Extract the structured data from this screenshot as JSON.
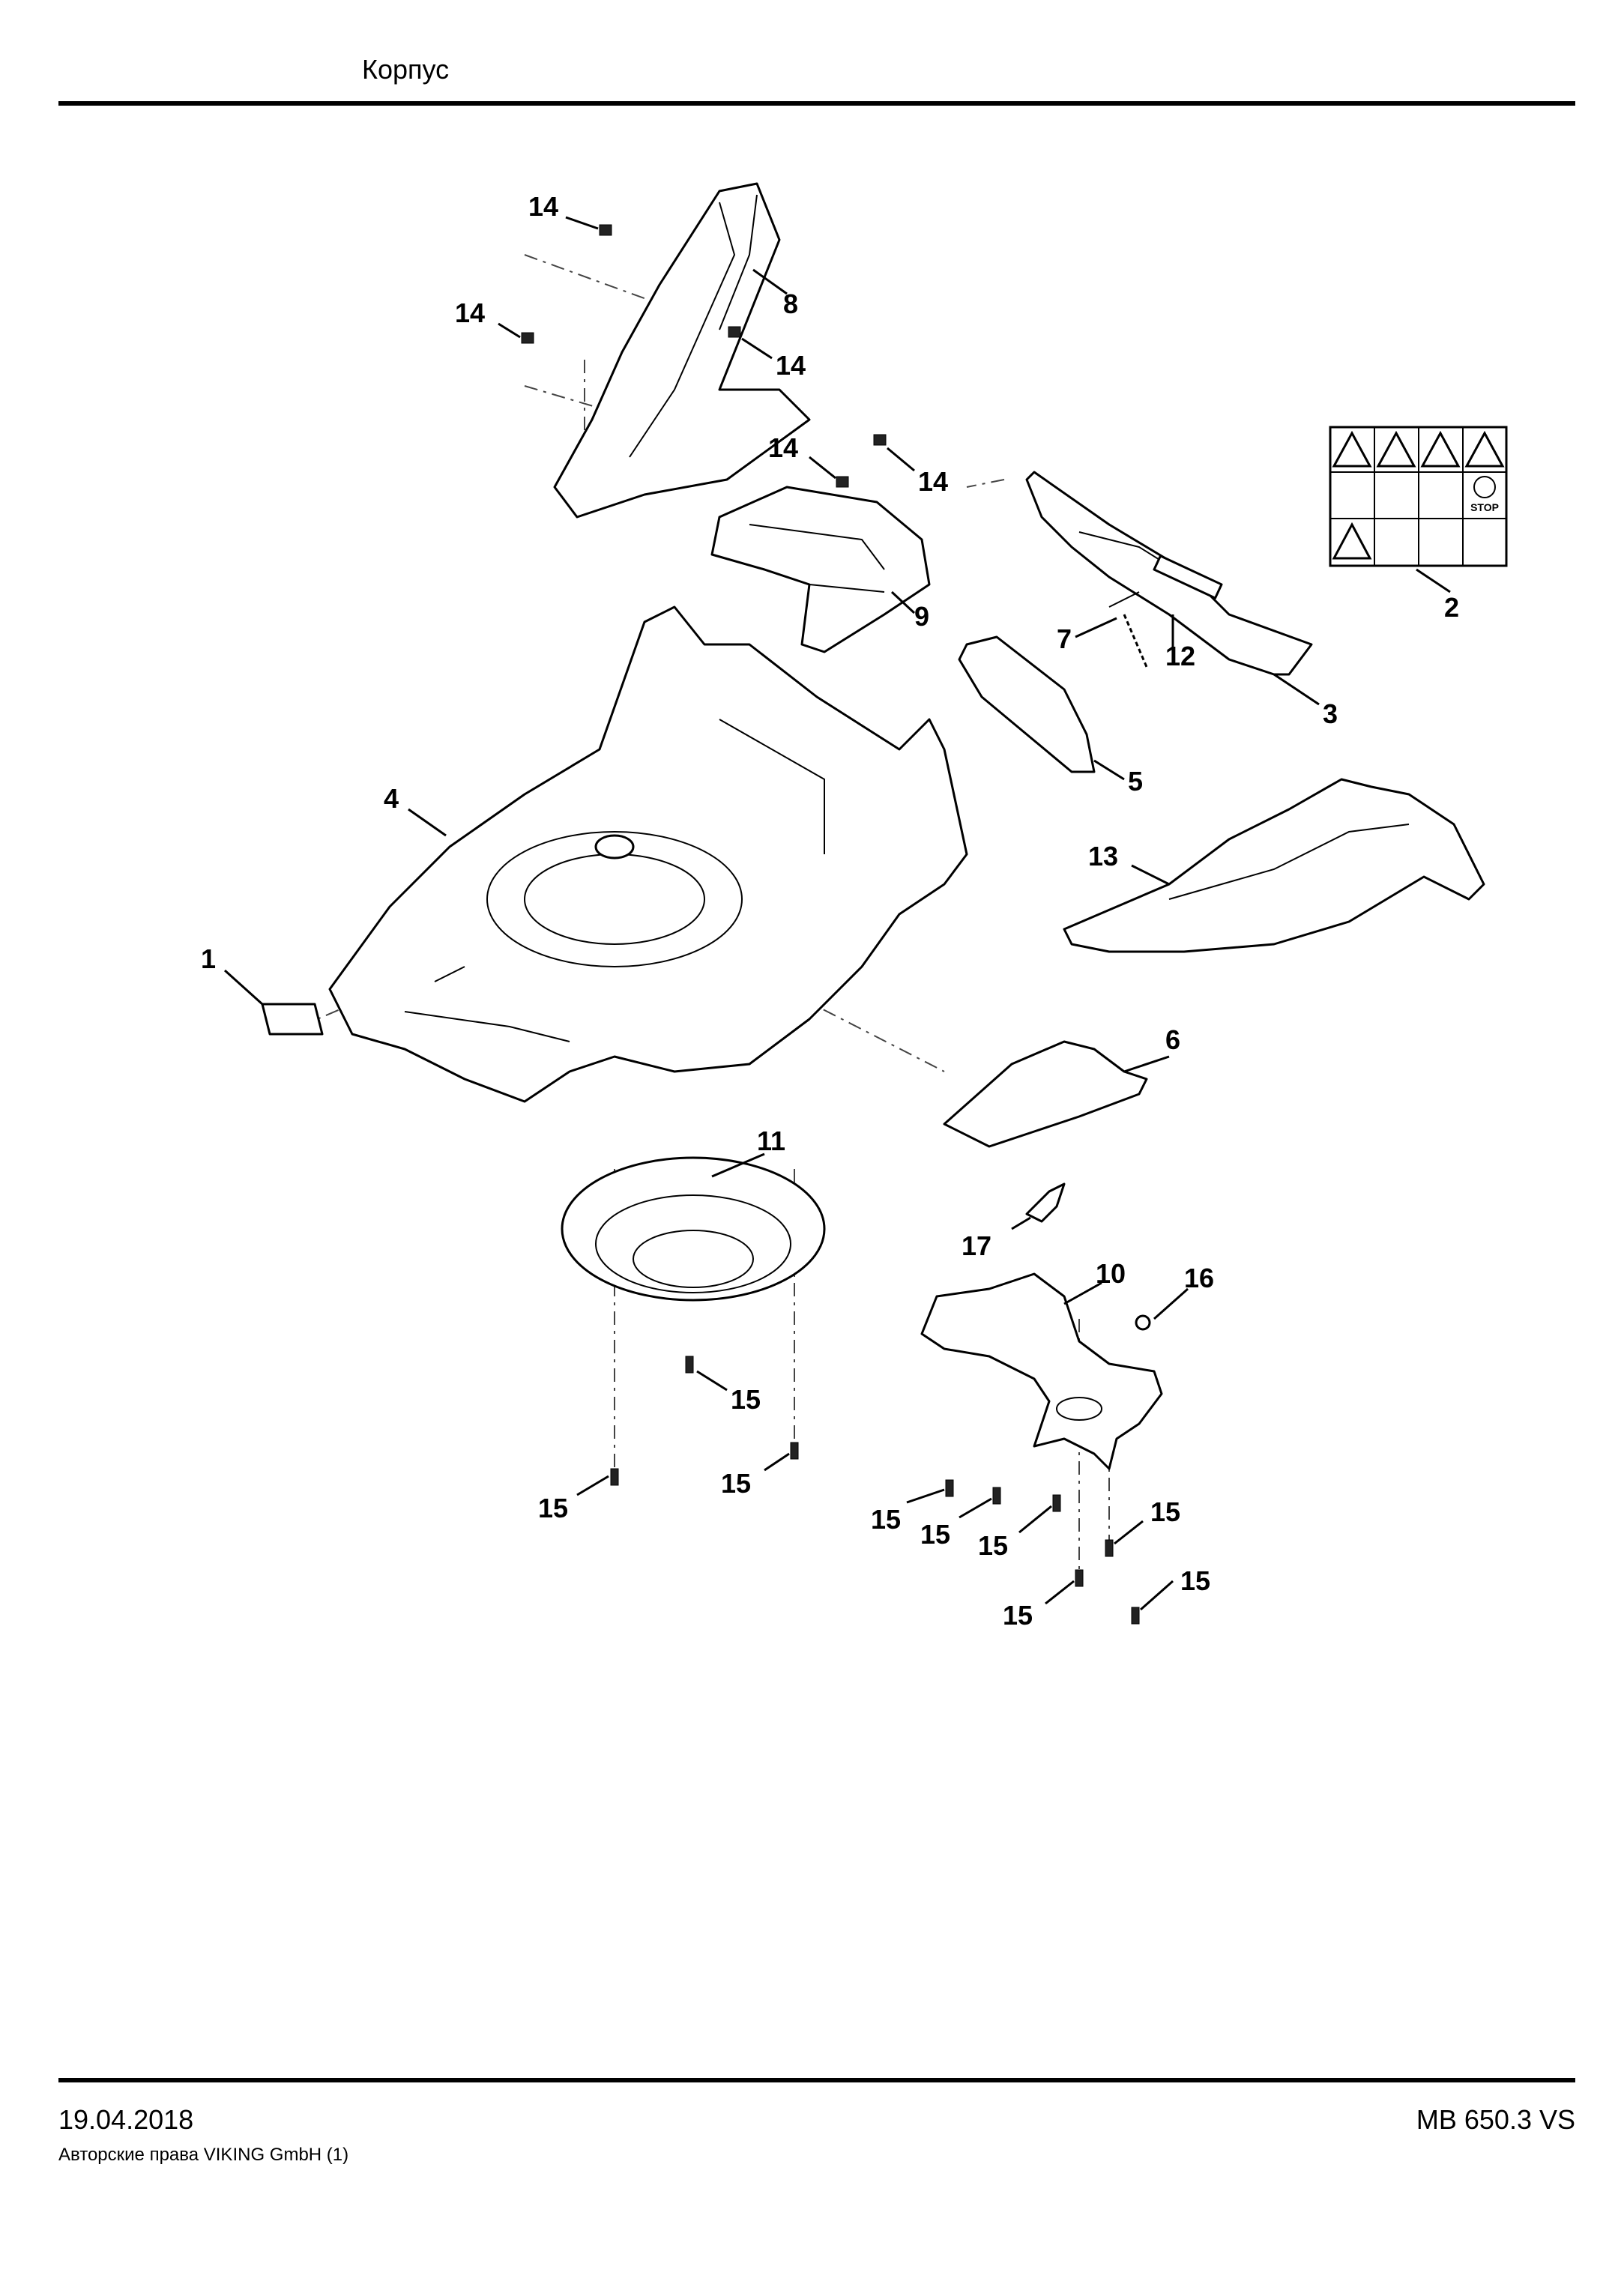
{
  "header": {
    "title": "Корпус"
  },
  "footer": {
    "date": "19.04.2018",
    "model": "MB 650.3 VS",
    "copyright": "Авторские права VIKING GmbH  (1)"
  },
  "callouts": [
    {
      "id": "c14a",
      "label": "14"
    },
    {
      "id": "c8",
      "label": "8"
    },
    {
      "id": "c14b",
      "label": "14"
    },
    {
      "id": "c14c",
      "label": "14"
    },
    {
      "id": "c14d",
      "label": "14"
    },
    {
      "id": "c14e",
      "label": "14"
    },
    {
      "id": "c2",
      "label": "2"
    },
    {
      "id": "c9",
      "label": "9"
    },
    {
      "id": "c7",
      "label": "7"
    },
    {
      "id": "c12",
      "label": "12"
    },
    {
      "id": "c3",
      "label": "3"
    },
    {
      "id": "c5",
      "label": "5"
    },
    {
      "id": "c4",
      "label": "4"
    },
    {
      "id": "c13",
      "label": "13"
    },
    {
      "id": "c1",
      "label": "1"
    },
    {
      "id": "c6",
      "label": "6"
    },
    {
      "id": "c11",
      "label": "11"
    },
    {
      "id": "c17",
      "label": "17"
    },
    {
      "id": "c10",
      "label": "10"
    },
    {
      "id": "c16",
      "label": "16"
    },
    {
      "id": "c15a",
      "label": "15"
    },
    {
      "id": "c15b",
      "label": "15"
    },
    {
      "id": "c15c",
      "label": "15"
    },
    {
      "id": "c15d",
      "label": "15"
    },
    {
      "id": "c15e",
      "label": "15"
    },
    {
      "id": "c15f",
      "label": "15"
    },
    {
      "id": "c15g",
      "label": "15"
    },
    {
      "id": "c15h",
      "label": "15"
    },
    {
      "id": "c15i",
      "label": "15"
    }
  ],
  "warning_label": {
    "stop_text": "STOP"
  }
}
